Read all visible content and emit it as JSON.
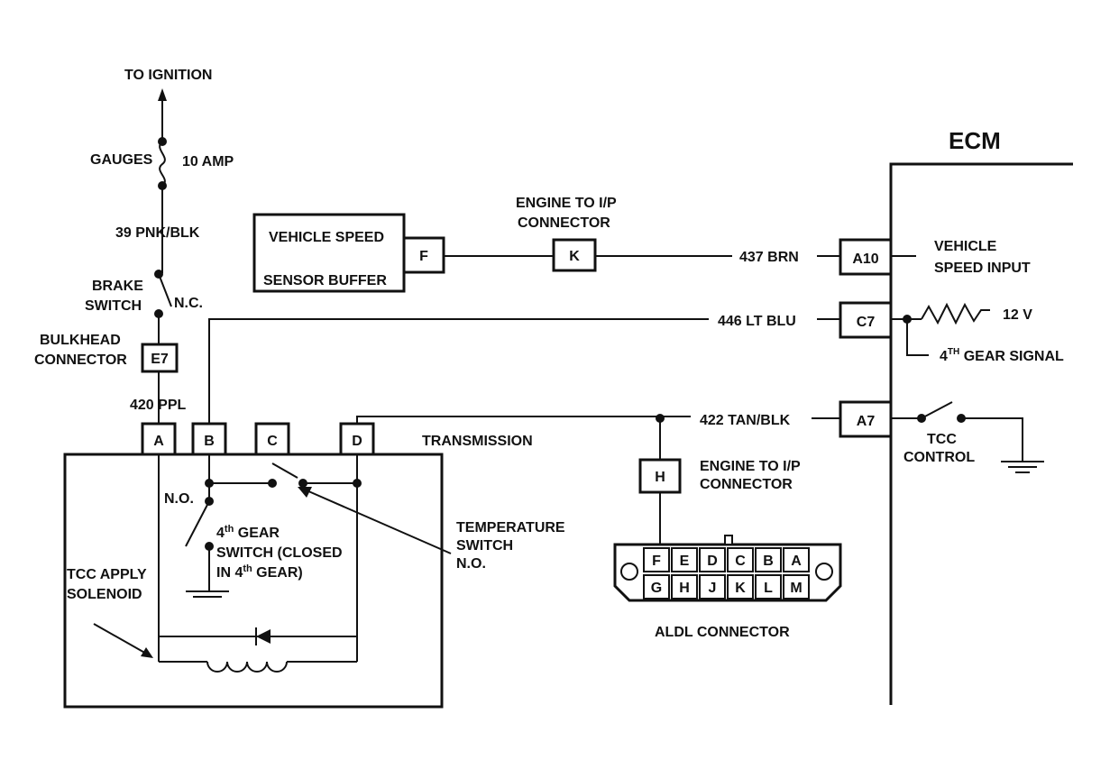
{
  "ignition": {
    "to_ignition": "TO IGNITION",
    "fuse_name": "GAUGES",
    "fuse_rating": "10 AMP",
    "wire_39": "39 PNK/BLK",
    "brake_switch_line1": "BRAKE",
    "brake_switch_line2": "SWITCH",
    "brake_nc": "N.C.",
    "bulkhead_line1": "BULKHEAD",
    "bulkhead_line2": "CONNECTOR",
    "bulkhead_pin": "E7",
    "wire_420": "420 PPL"
  },
  "vss": {
    "line1": "VEHICLE SPEED",
    "line2": "SENSOR BUFFER",
    "pin": "F"
  },
  "engine_ip_top": {
    "line1": "ENGINE TO I/P",
    "line2": "CONNECTOR",
    "pin": "K"
  },
  "wires": {
    "w437": "437 BRN",
    "w446": "446  LT BLU",
    "w422": "422 TAN/BLK"
  },
  "ecm": {
    "title": "ECM",
    "pin_a10": "A10",
    "pin_c7": "C7",
    "pin_a7": "A7",
    "speed_input_line1": "VEHICLE",
    "speed_input_line2": "SPEED INPUT",
    "volt_12": "12 V",
    "gear_signal_prefix": "4",
    "gear_signal_sup": "TH",
    "gear_signal_rest": " GEAR SIGNAL",
    "tcc_control_line1": "TCC",
    "tcc_control_line2": "CONTROL"
  },
  "transmission": {
    "title": "TRANSMISSION",
    "pins": [
      "A",
      "B",
      "C",
      "D"
    ],
    "no_label": "N.O.",
    "gear_switch_line1_prefix": "4",
    "gear_switch_line1_sup": "th",
    "gear_switch_line1_rest": " GEAR",
    "gear_switch_line2": "SWITCH (CLOSED",
    "gear_switch_line3_prefix": "IN 4",
    "gear_switch_line3_sup": "th",
    "gear_switch_line3_rest": " GEAR)",
    "temp_switch_line1": "TEMPERATURE",
    "temp_switch_line2": "SWITCH",
    "temp_switch_line3": "N.O.",
    "solenoid_line1": "TCC APPLY",
    "solenoid_line2": "SOLENOID"
  },
  "engine_ip_bottom": {
    "line1": "ENGINE TO I/P",
    "line2": "CONNECTOR",
    "pin": "H"
  },
  "aldl": {
    "title": "ALDL CONNECTOR",
    "top_row": [
      "F",
      "E",
      "D",
      "C",
      "B",
      "A"
    ],
    "bottom_row": [
      "G",
      "H",
      "J",
      "K",
      "L",
      "M"
    ]
  }
}
